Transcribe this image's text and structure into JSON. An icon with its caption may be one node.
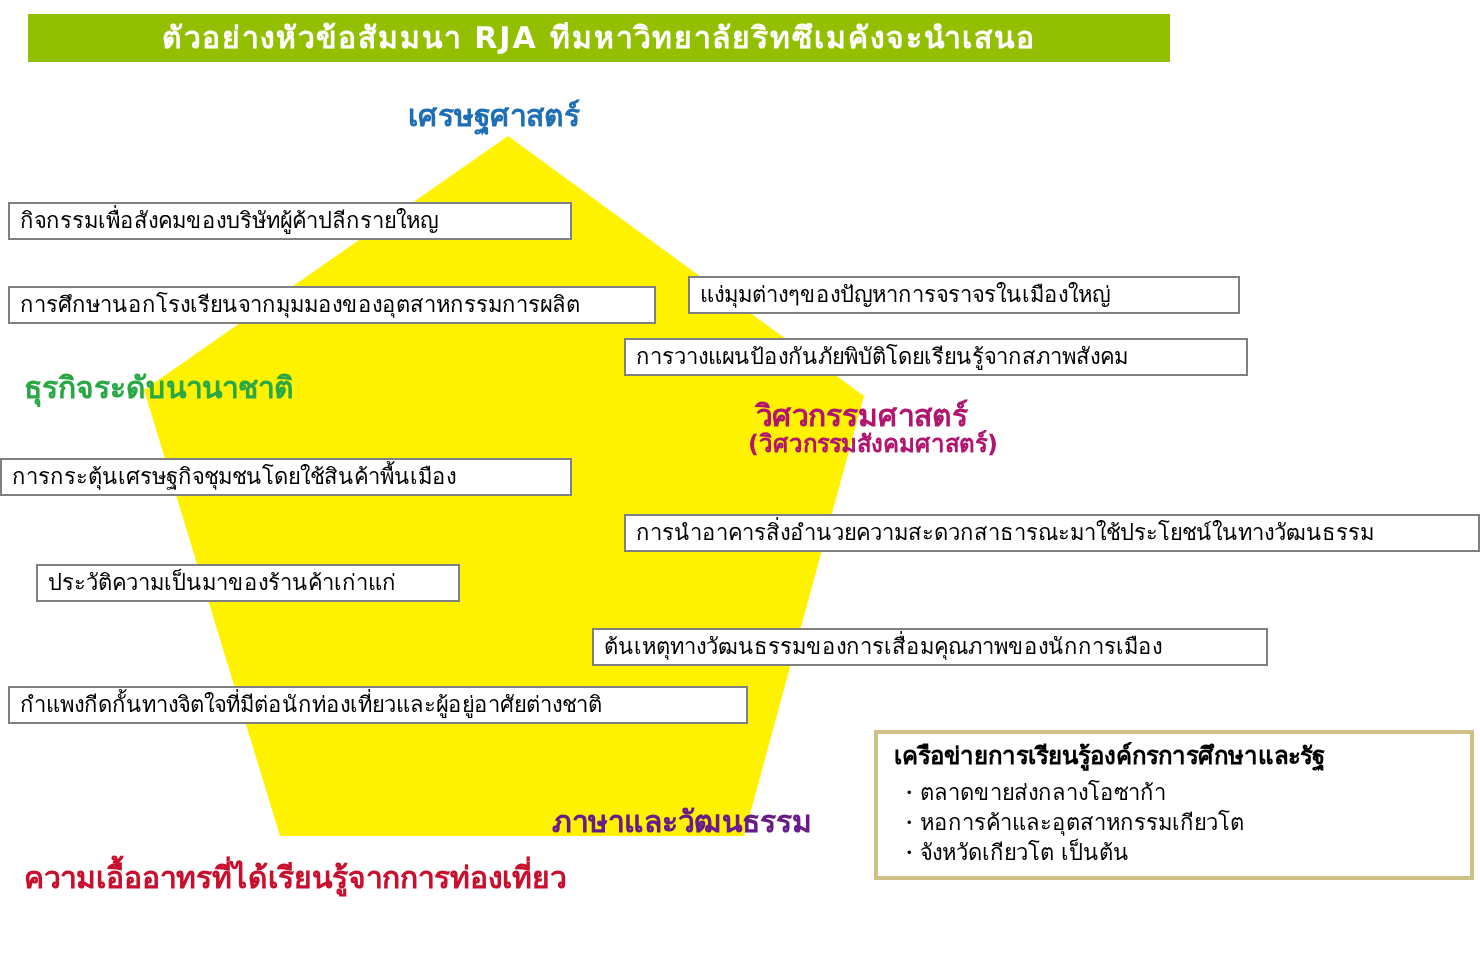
{
  "diagram": {
    "title": "ตัวอย่างหัวข้อสัมมนา RJA ทีมหาวิทยาลัยริทซึเมคังจะนำเสนอ",
    "nodes": [
      {
        "text": [
          "กิจกรรมเพื่อสังคมของบริษัทผู้ค้าปลีกรายใหญ"
        ]
      },
      {
        "text": [
          "การศึกษานอกโรงเรียนจากมุมมองของอุตสาหกรรมการผลิต"
        ]
      },
      {
        "text": [
          "แง่มุมต่างๆของปัญหาการจราจรในเมืองใหญ่"
        ]
      },
      {
        "text": [
          "การวางแผนป้องกันภัยพิบัติโดยเรียนรู้จากสภาพสังคม"
        ]
      },
      {
        "text": [
          "การกระตุ้นเศรษฐกิจชุมชนโดยใช้สินค้าพื้นเมือง"
        ]
      },
      {
        "text": [
          "การนำอาคารสิ่งอำนวยความสะดวกสาธารณะมาใช้ประโยชน์ในทางวัฒนธรรม"
        ]
      },
      {
        "text": [
          "ประวัติความเป็นมาของร้านค้าเก่าแก่"
        ]
      },
      {
        "text": [
          "ต้นเหตุทางวัฒนธรรมของการเสื่อมคุณภาพของนักการเมือง"
        ]
      },
      {
        "text": [
          "กำแพงกีดกั้นทางจิตใจที่มีต่อนักท่องเที่ยวและผู้อยู่อาศัยต่างชาติ"
        ]
      },
      {
        "text": [
          "เครือข่ายการเรียนรู้องค์กรการศึกษาและรัฐ",
          "・ตลาดขายส่งกลางโอซาก้า",
          "・หอการค้าและอุตสาหกรรมเกียวโต",
          "・จังหวัดเกียวโต เป็นต้น"
        ]
      }
    ],
    "labels": [
      "เศรษฐศาสตร์",
      "ธุรกิจระดับนานาชาติ",
      "วิศวกรรมศาสตร์",
      "(วิศวกรรมสังคมศาสตร์)",
      "ภาษาและวัฒนธรรม",
      "ความเอื้ออาทรที่ได้เรียนรู้จากการท่องเที่ยว"
    ]
  }
}
